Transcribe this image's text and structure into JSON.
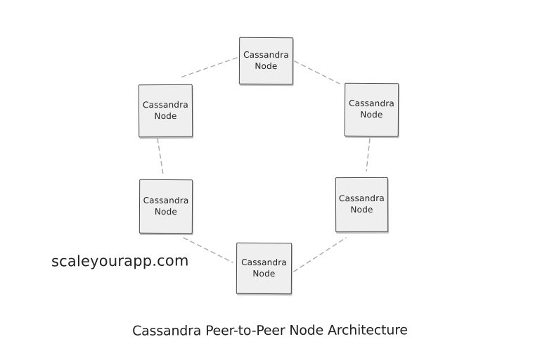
{
  "title": "Cassandra Peer-to-Peer Node Architecture",
  "watermark": "scaleyourapp.com",
  "nodes": [
    {
      "id": "top",
      "label": "Cassandra\nNode"
    },
    {
      "id": "upper-left",
      "label": "Cassandra\nNode"
    },
    {
      "id": "upper-right",
      "label": "Cassandra\nNode"
    },
    {
      "id": "lower-left",
      "label": "Cassandra\nNode"
    },
    {
      "id": "lower-right",
      "label": "Cassandra\nNode"
    },
    {
      "id": "bottom",
      "label": "Cassandra\nNode"
    }
  ],
  "connections": [
    {
      "from": "top",
      "to": "upper-left",
      "style": "dashed"
    },
    {
      "from": "top",
      "to": "upper-right",
      "style": "dashed"
    },
    {
      "from": "upper-left",
      "to": "lower-left",
      "style": "dashed"
    },
    {
      "from": "upper-right",
      "to": "lower-right",
      "style": "dashed"
    },
    {
      "from": "lower-left",
      "to": "bottom",
      "style": "dashed"
    },
    {
      "from": "lower-right",
      "to": "bottom",
      "style": "dashed"
    }
  ],
  "colors": {
    "background": "#ffffff",
    "node_fill": "#efefef",
    "node_border": "#4a4a4a",
    "connector": "#a9a9a9",
    "text": "#222222"
  }
}
